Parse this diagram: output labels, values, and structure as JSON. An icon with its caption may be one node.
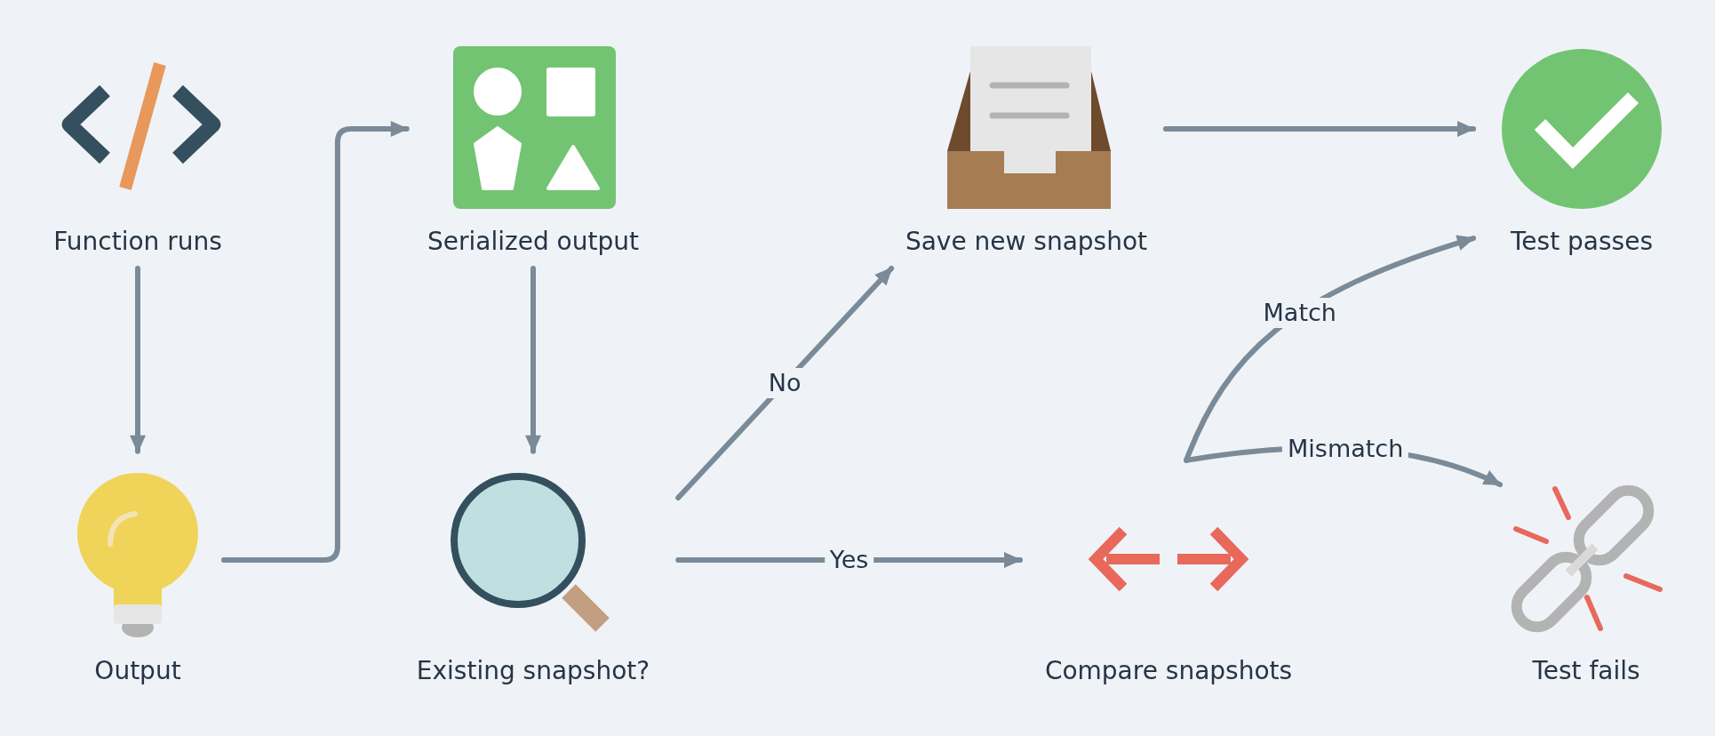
{
  "diagram": {
    "nodes": [
      {
        "text": [
          "Function runs"
        ]
      },
      {
        "text": [
          "Output"
        ]
      },
      {
        "text": [
          "Serialized output"
        ]
      },
      {
        "text": [
          "Existing snapshot?"
        ]
      },
      {
        "text": [
          "Save new snapshot"
        ]
      },
      {
        "text": [
          "Compare snapshots"
        ]
      },
      {
        "text": [
          "Test passes"
        ]
      },
      {
        "text": [
          "Test fails"
        ]
      }
    ],
    "edges": [
      {
        "from": 0,
        "to": 1,
        "arrow": "to"
      },
      {
        "from": 1,
        "to": 2,
        "arrow": "to"
      },
      {
        "from": 2,
        "to": 3,
        "arrow": "to"
      },
      {
        "from": 3,
        "to": 4,
        "arrow": "to",
        "label": "No"
      },
      {
        "from": 3,
        "to": 5,
        "arrow": "to",
        "label": "Yes"
      },
      {
        "from": 4,
        "to": 6,
        "arrow": "to"
      },
      {
        "from": 5,
        "to": 6,
        "arrow": "to",
        "label": "Match"
      },
      {
        "from": 5,
        "to": 7,
        "arrow": "to",
        "label": "Mismatch"
      }
    ]
  }
}
